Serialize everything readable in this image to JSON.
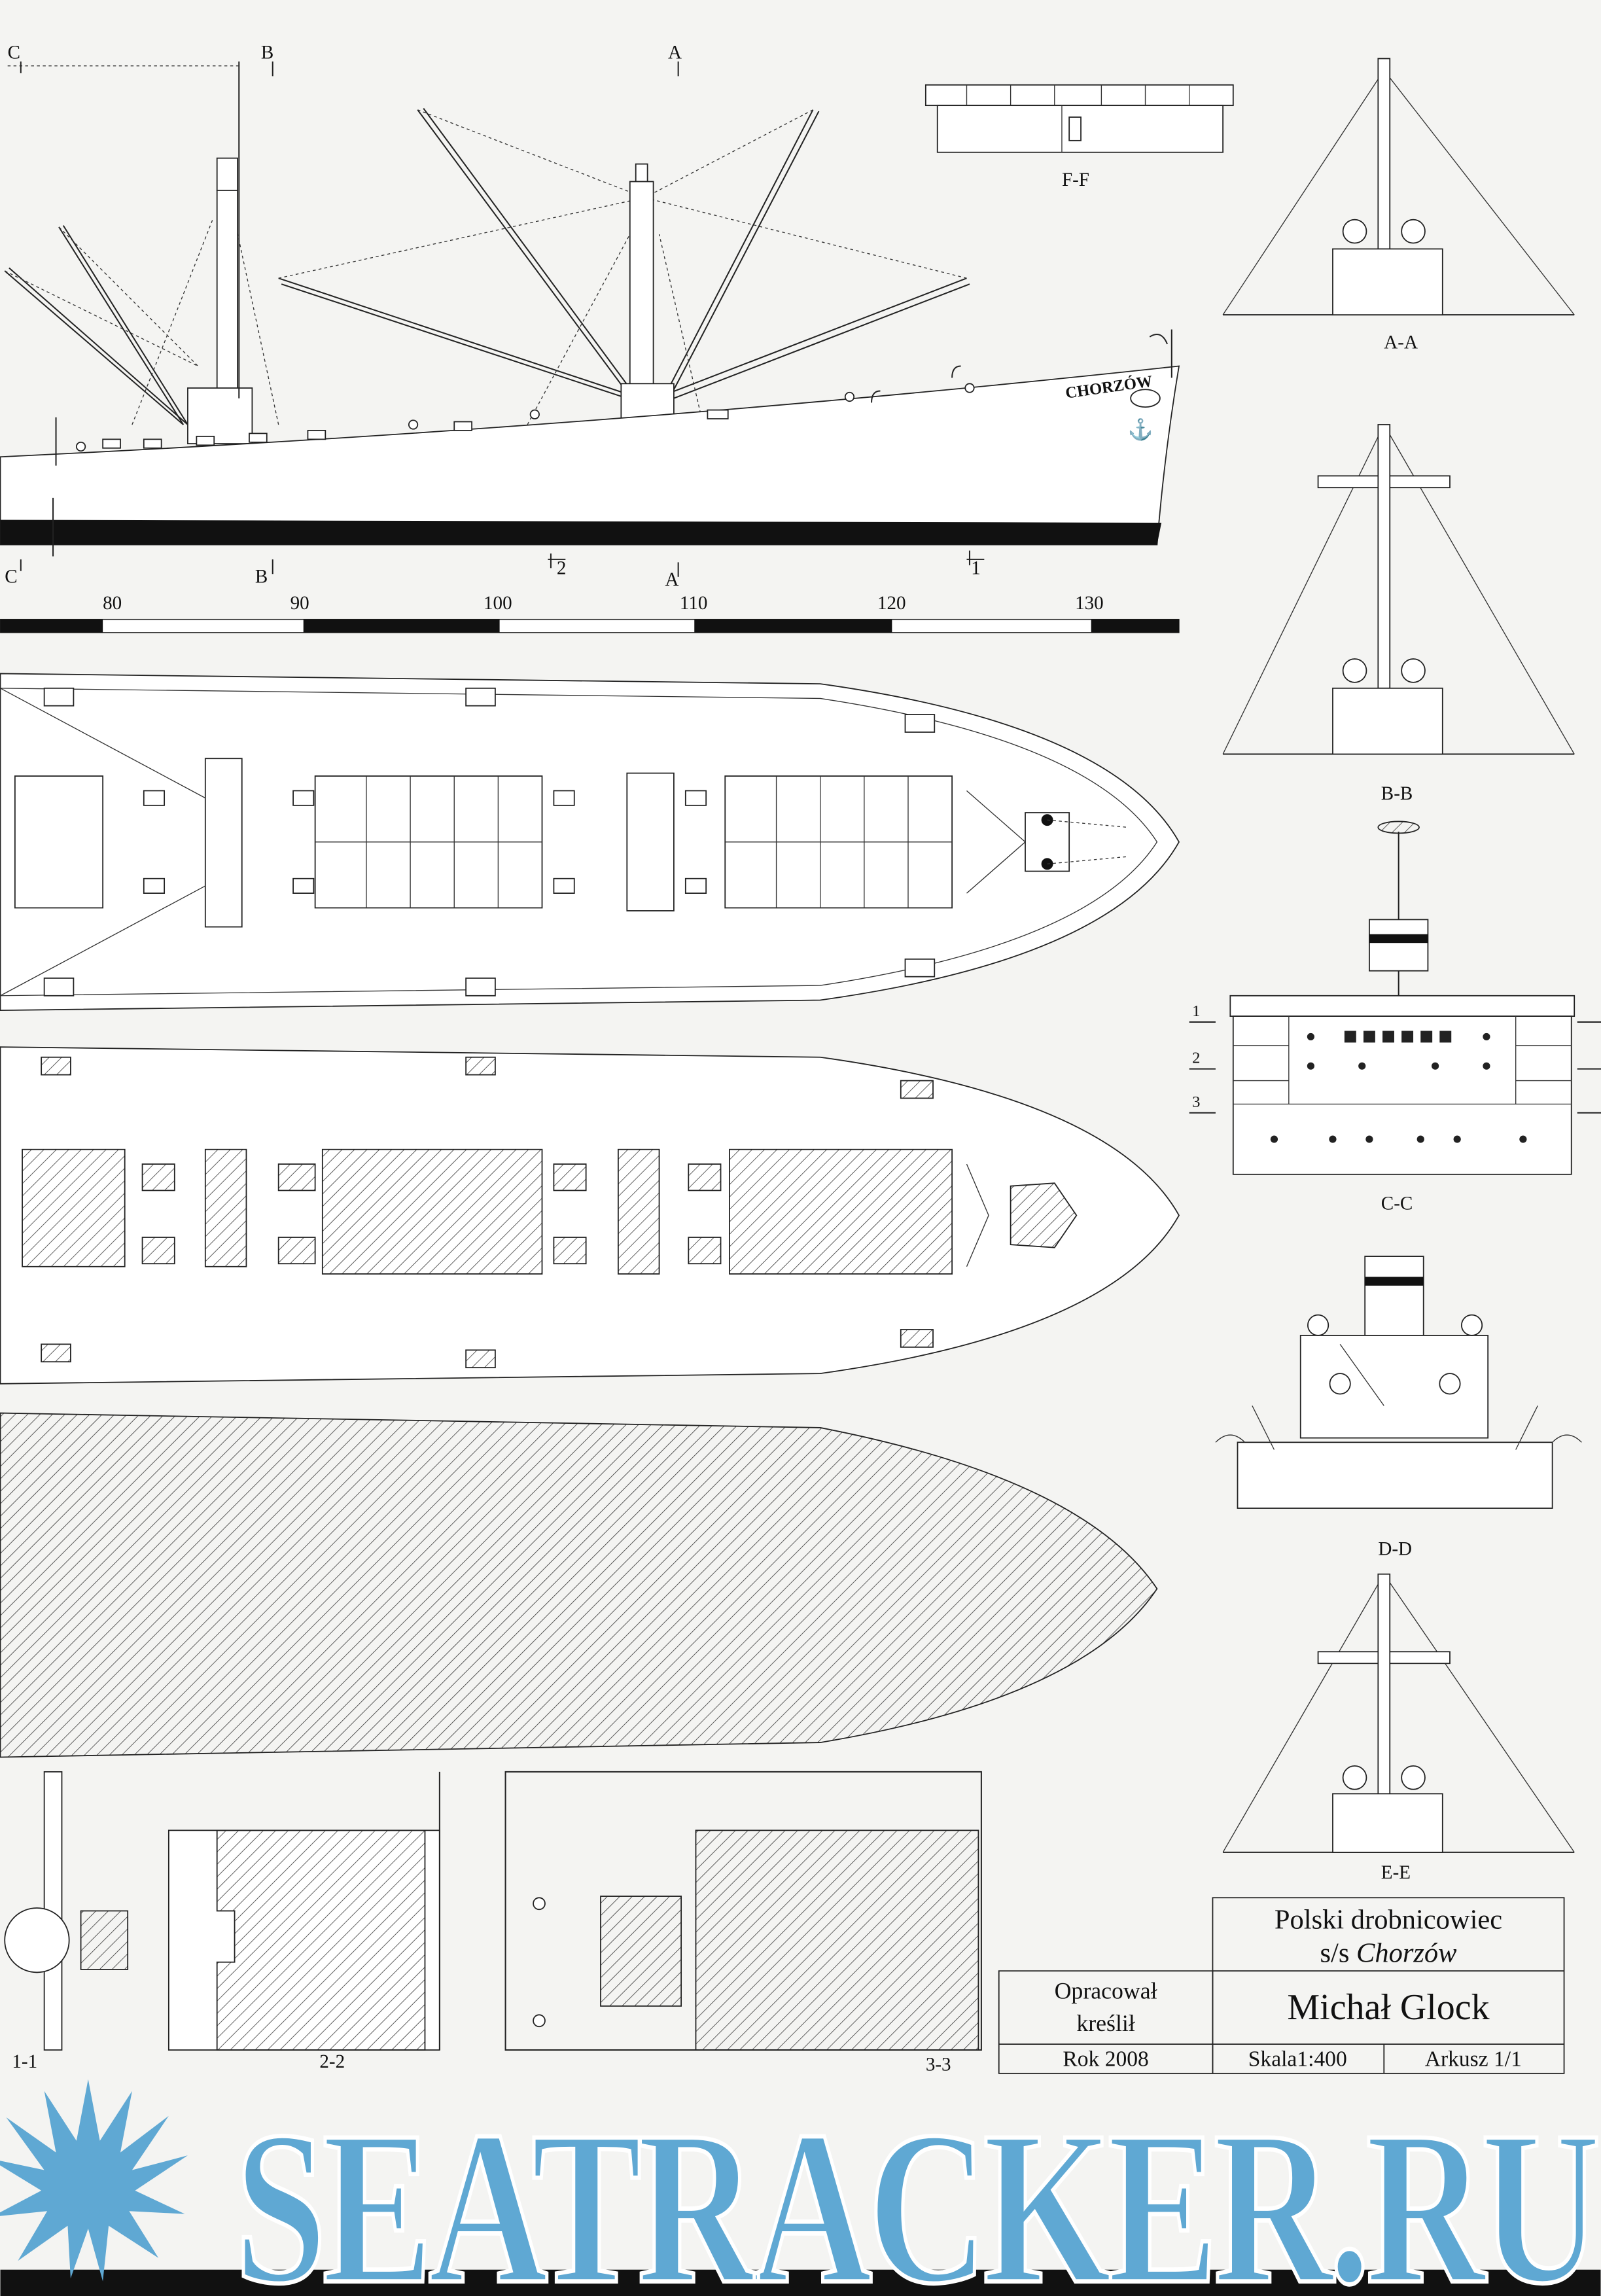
{
  "profile": {
    "ship_name": "CHORZÓW",
    "section_marks_top": [
      "C",
      "B",
      "A"
    ],
    "section_marks_bottom": [
      "C",
      "B",
      "2",
      "A",
      "1"
    ]
  },
  "scale_bar": {
    "labels": [
      "80",
      "90",
      "100",
      "110",
      "120",
      "130"
    ]
  },
  "sections": {
    "ff": "F-F",
    "aa": "A-A",
    "bb": "B-B",
    "cc": "C-C",
    "dd": "D-D",
    "ee": "E-E",
    "cc_levels": [
      "1",
      "2",
      "3"
    ],
    "s11": "1-1",
    "s22": "2-2",
    "s33": "3-3"
  },
  "title_block": {
    "title_line1": "Polski drobnicowiec",
    "title_prefix": "s/s ",
    "title_ship": "Chorzów",
    "author_label_1": "Opracował",
    "author_label_2": "kreślił",
    "author": "Michał Glock",
    "year": "Rok 2008",
    "scale": "Skala1:400",
    "sheet": "Arkusz 1/1"
  },
  "watermark": {
    "text": "SEATRACKER.RU",
    "color": "#5fa8d3"
  }
}
